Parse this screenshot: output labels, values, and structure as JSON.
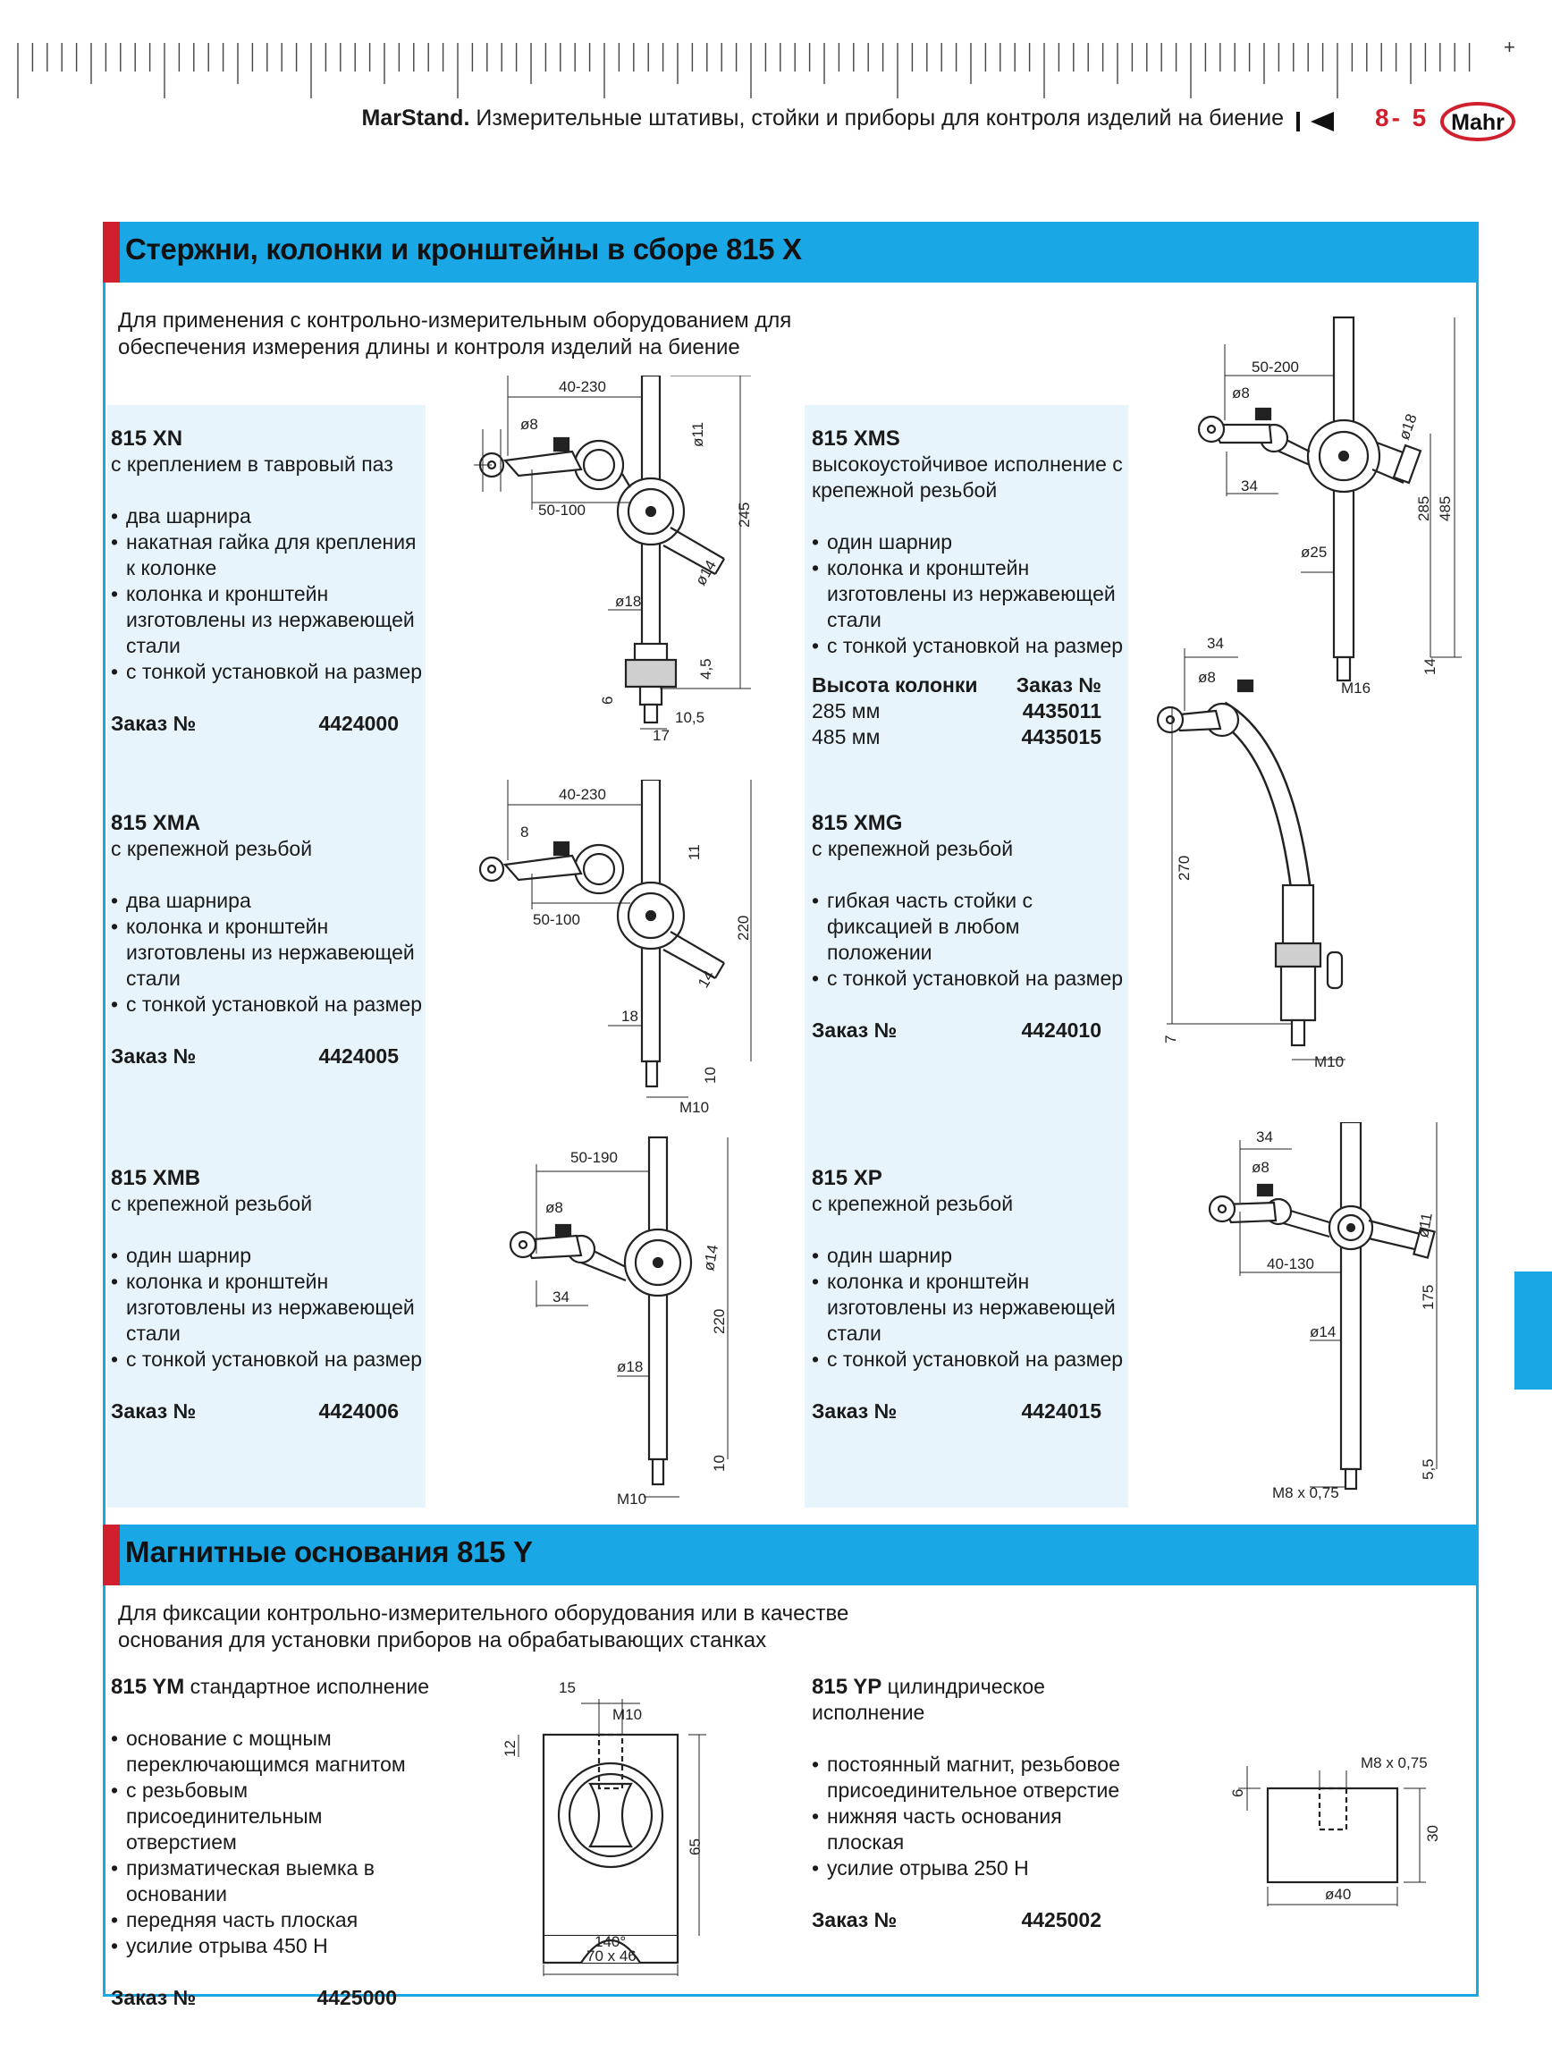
{
  "header": {
    "title_bold": "MarStand.",
    "title_rest": " Измерительные штативы, стойки и приборы для контроля изделий на биение",
    "page": "8- 5",
    "logo": "Mahr"
  },
  "section1": {
    "title": "Стержни, колонки и кронштейны в сборе 815 X",
    "intro": [
      "Для применения с контрольно-измерительным оборудованием для",
      "обеспечения измерения длины и контроля изделий на биение"
    ],
    "products": [
      {
        "code": "815 XN",
        "sub": "с креплением в тавровый паз",
        "bullets": [
          "два шарнира",
          "накатная гайка для крепления к колонке",
          "колонка и кронштейн изготовлены из нержавеющей стали",
          "с тонкой установкой на размер"
        ],
        "order_label": "Заказ №",
        "order": "4424000"
      },
      {
        "code": "815 XMA",
        "sub": "с крепежной резьбой",
        "bullets": [
          "два шарнира",
          "колонка и кронштейн изготовлены из нержавеющей стали",
          "с тонкой установкой на размер"
        ],
        "order_label": "Заказ №",
        "order": "4424005"
      },
      {
        "code": "815 XMB",
        "sub": "с крепежной резьбой",
        "bullets": [
          "один шарнир",
          "колонка и кронштейн изготовлены из нержавеющей стали",
          "с тонкой установкой на размер"
        ],
        "order_label": "Заказ №",
        "order": "4424006"
      },
      {
        "code": "815 XMS",
        "sub": "высокоустойчивое исполнение с крепежной резьбой",
        "bullets": [
          "один шарнир",
          "колонка и кронштейн изготовлены из нержавеющей стали",
          "с тонкой установкой на размер"
        ],
        "table": {
          "h1": "Высота колонки",
          "h2": "Заказ №",
          "rows": [
            [
              "285 мм",
              "4435011"
            ],
            [
              "485 мм",
              "4435015"
            ]
          ]
        }
      },
      {
        "code": "815 XMG",
        "sub": "с крепежной резьбой",
        "bullets": [
          "гибкая часть стойки с фиксацией в любом положении",
          "с тонкой установкой на размер"
        ],
        "order_label": "Заказ №",
        "order": "4424010"
      },
      {
        "code": "815 XP",
        "sub": "с крепежной резьбой",
        "bullets": [
          "один шарнир",
          "колонка и кронштейн изготовлены из нержавеющей стали",
          "с тонкой установкой на размер"
        ],
        "order_label": "Заказ №",
        "order": "4424015"
      }
    ],
    "dims": {
      "xn": [
        "40-230",
        "ø8",
        "50-100",
        "ø11",
        "245",
        "ø14",
        "ø18",
        "4,5",
        "6",
        "10,5",
        "17"
      ],
      "xma": [
        "40-230",
        "8",
        "50-100",
        "11",
        "220",
        "14",
        "18",
        "10",
        "M10"
      ],
      "xmb": [
        "50-190",
        "ø8",
        "34",
        "ø14",
        "220",
        "ø18",
        "10",
        "M10"
      ],
      "xms": [
        "50-200",
        "ø8",
        "ø18",
        "34",
        "285",
        "485",
        "ø25",
        "14",
        "M16"
      ],
      "xmg": [
        "34",
        "ø8",
        "270",
        "7",
        "M10"
      ],
      "xp": [
        "34",
        "ø8",
        "ø11",
        "40-130",
        "175",
        "ø14",
        "5,5",
        "M8 x 0,75"
      ]
    }
  },
  "section2": {
    "title": "Магнитные основания 815 Y",
    "intro": [
      "Для фиксации контрольно-измерительного оборудования или в качестве",
      "основания для установки приборов на обрабатывающих станках"
    ],
    "ym": {
      "code": "815 YM",
      "sub": " стандартное исполнение",
      "bullets": [
        "основание с мощным переключающимся магнитом",
        "с резьбовым присоединительным отверстием",
        "призматическая выемка в основании",
        "передняя часть плоская",
        "усилие отрыва 450 Н"
      ],
      "order_label": "Заказ №",
      "order": "4425000"
    },
    "yp": {
      "code": "815 YP",
      "sub": " цилиндрическое исполнение",
      "bullets": [
        "постоянный магнит, резьбовое присоединительное отверстие",
        "нижняя часть основания плоская",
        "усилие отрыва 250 Н"
      ],
      "order_label": "Заказ №",
      "order": "4425002"
    },
    "dims": {
      "ym": [
        "15",
        "M10",
        "12",
        "65",
        "140°",
        "70 x 46"
      ],
      "yp": [
        "M8 x 0,75",
        "6",
        "30",
        "ø40"
      ]
    }
  },
  "colors": {
    "accent_blue": "#1aa7e6",
    "accent_red": "#d0202e",
    "panel": "#e7f4fc"
  }
}
